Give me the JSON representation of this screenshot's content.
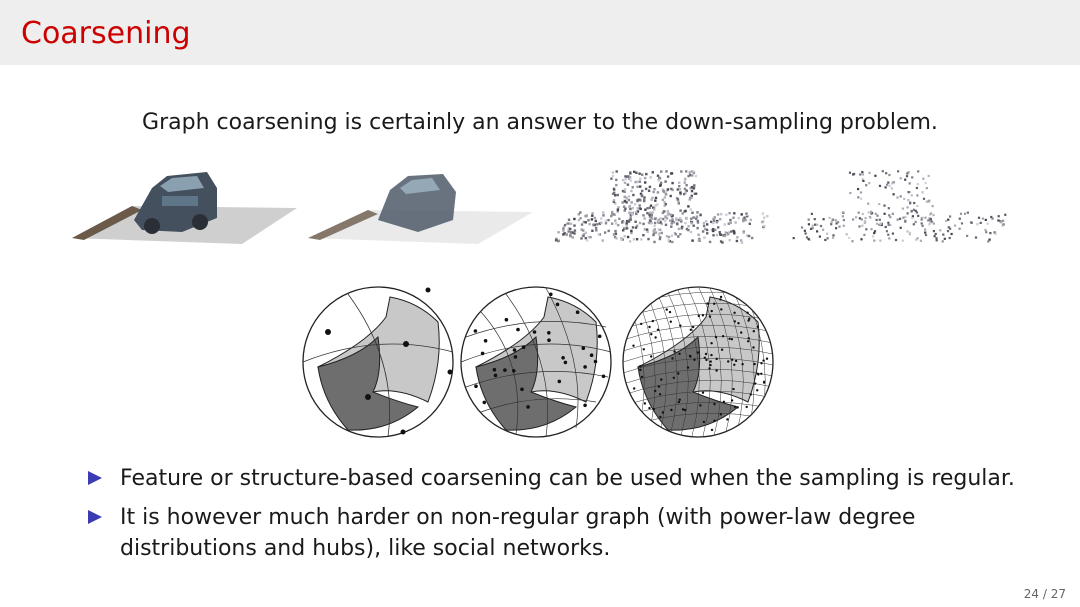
{
  "slide": {
    "title": "Coarsening",
    "lead": "Graph coarsening is certainly an answer to the down-sampling problem.",
    "bullets": [
      "Feature or structure-based coarsening can be used when the sampling is regular.",
      "It is however much harder on non-regular graph (with power-law degree distributions and hubs), like social networks."
    ],
    "page_current": "24",
    "page_total": "27"
  },
  "colors": {
    "title": "#cc0000",
    "bullet_marker": "#3b3bb3",
    "header_bg": "#eeeeee"
  }
}
